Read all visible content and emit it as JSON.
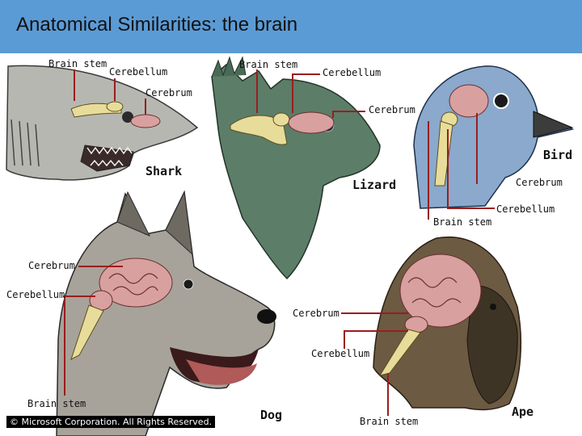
{
  "slide": {
    "title": "Anatomical Similarities: the brain"
  },
  "figure": {
    "shark": {
      "name": "Shark",
      "brain_stem": "Brain stem",
      "cerebellum": "Cerebellum",
      "cerebrum": "Cerebrum"
    },
    "lizard": {
      "name": "Lizard",
      "brain_stem": "Brain stem",
      "cerebellum": "Cerebellum",
      "cerebrum": "Cerebrum"
    },
    "bird": {
      "name": "Bird",
      "cerebrum": "Cerebrum",
      "cerebellum": "Cerebellum",
      "brain_stem": "Brain stem"
    },
    "dog": {
      "name": "Dog",
      "cerebrum": "Cerebrum",
      "cerebellum": "Cerebellum",
      "brain_stem": "Brain stem"
    },
    "ape": {
      "name": "Ape",
      "cerebrum": "Cerebrum",
      "cerebellum": "Cerebellum",
      "brain_stem": "Brain stem"
    },
    "copyright": "© Microsoft Corporation. All Rights Reserved.",
    "colors": {
      "title_bar": "#5b9bd5",
      "brain": "#d9a0a0",
      "brain_stem": "#e8dc9a",
      "leader_line": "#9b1d1d"
    }
  }
}
